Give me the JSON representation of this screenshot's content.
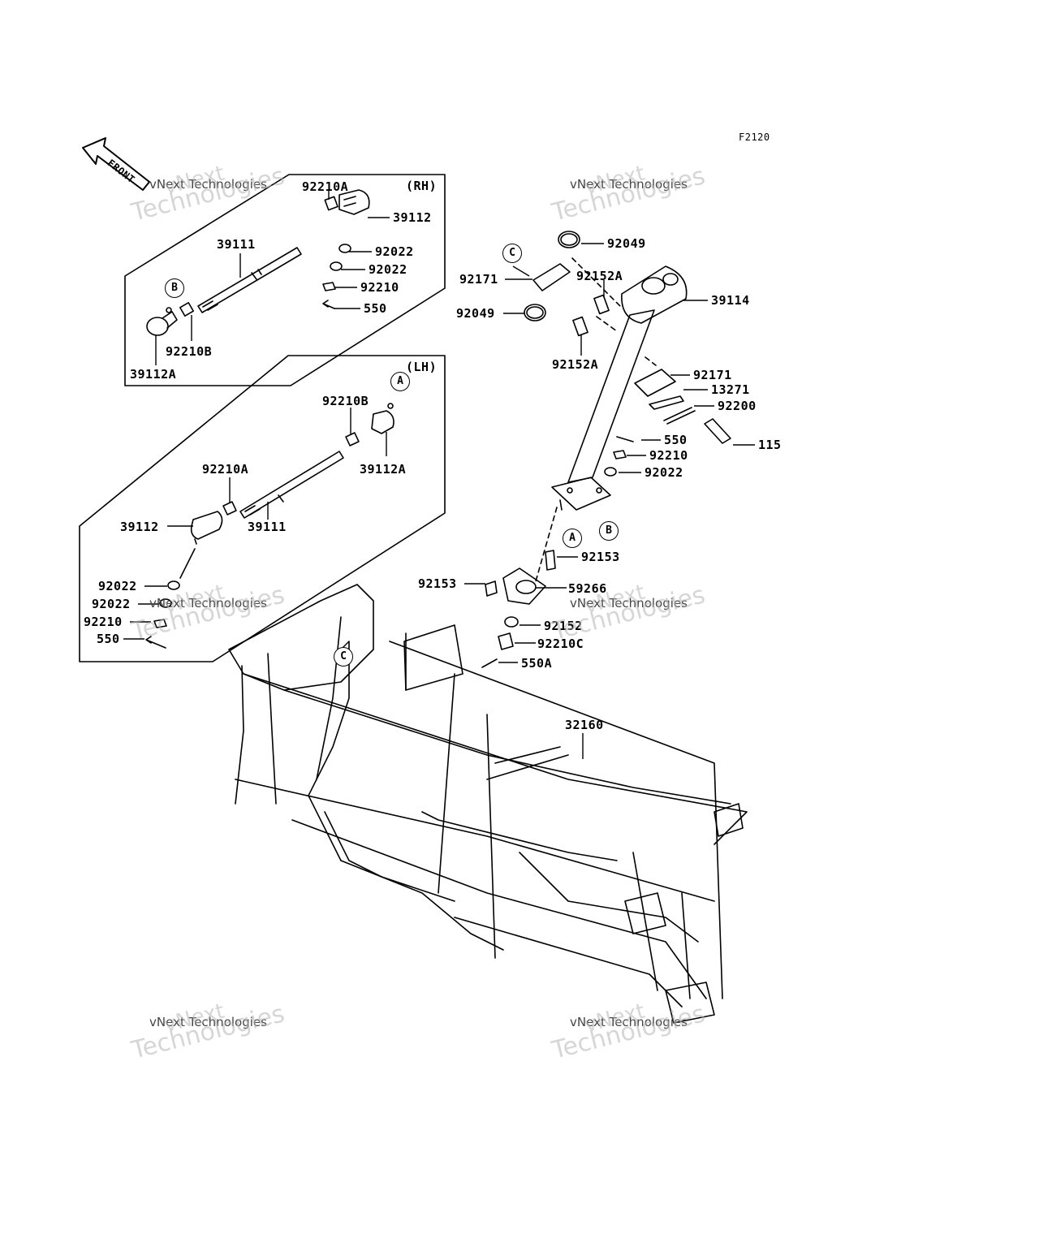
{
  "figure_code": "F2120",
  "front_label": "FRONT",
  "panel_rh": {
    "title": "(RH)"
  },
  "panel_lh": {
    "title": "(LH)"
  },
  "circle_refs": {
    "a": "A",
    "b": "B",
    "c": "C"
  },
  "watermark": {
    "line1": "vNext",
    "line2": "vNext Technologies",
    "line3": "Technologies"
  },
  "parts": {
    "p92210A": "92210A",
    "p39112": "39112",
    "p92022": "92022",
    "p92210": "92210",
    "p550": "550",
    "p39111": "39111",
    "p92210B": "92210B",
    "p39112A": "39112A",
    "p92049": "92049",
    "p92171": "92171",
    "p92152A": "92152A",
    "p39114": "39114",
    "p13271": "13271",
    "p92200": "92200",
    "p115": "115",
    "p92153": "92153",
    "p59266": "59266",
    "p92152": "92152",
    "p92210C": "92210C",
    "p550A": "550A",
    "p32160": "32160"
  },
  "colors": {
    "line": "#000000",
    "watermark": "#b5b5b5"
  }
}
